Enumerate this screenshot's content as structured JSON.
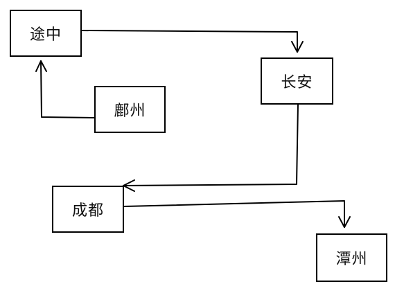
{
  "diagram": {
    "nodes": [
      {
        "id": "tuzhong",
        "label": "途中"
      },
      {
        "id": "fuzhou",
        "label": "鄜州"
      },
      {
        "id": "changan",
        "label": "长安"
      },
      {
        "id": "chengdu",
        "label": "成都"
      },
      {
        "id": "tanzhou",
        "label": "潭州"
      }
    ],
    "edges": [
      {
        "from": "fuzhou",
        "to": "tuzhong"
      },
      {
        "from": "tuzhong",
        "to": "changan"
      },
      {
        "from": "changan",
        "to": "chengdu"
      },
      {
        "from": "chengdu",
        "to": "tanzhou"
      }
    ],
    "line_color": "#000000"
  }
}
